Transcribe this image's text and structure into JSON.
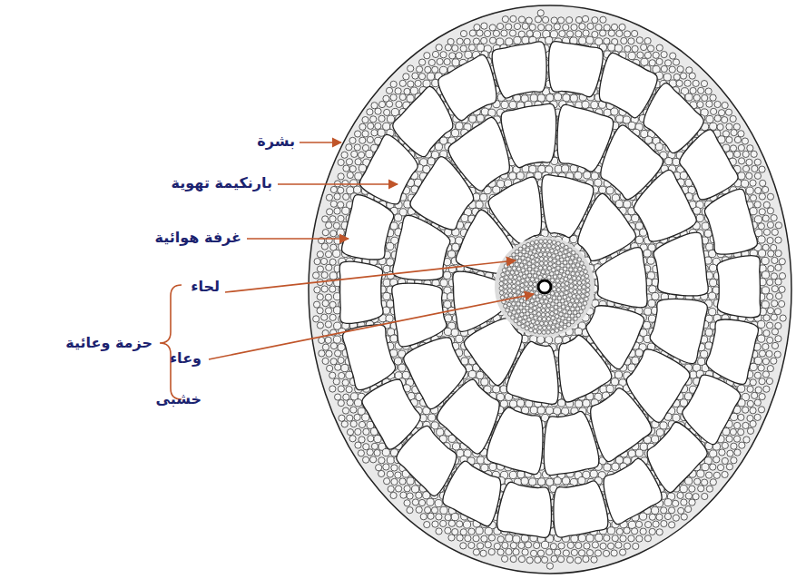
{
  "diagram": {
    "labels": [
      "بشرة",
      "بارنكيمة تهوية",
      "غرفة هوائية",
      "لحاء",
      "وعاء خشبى",
      "حزمة وعائية"
    ]
  }
}
